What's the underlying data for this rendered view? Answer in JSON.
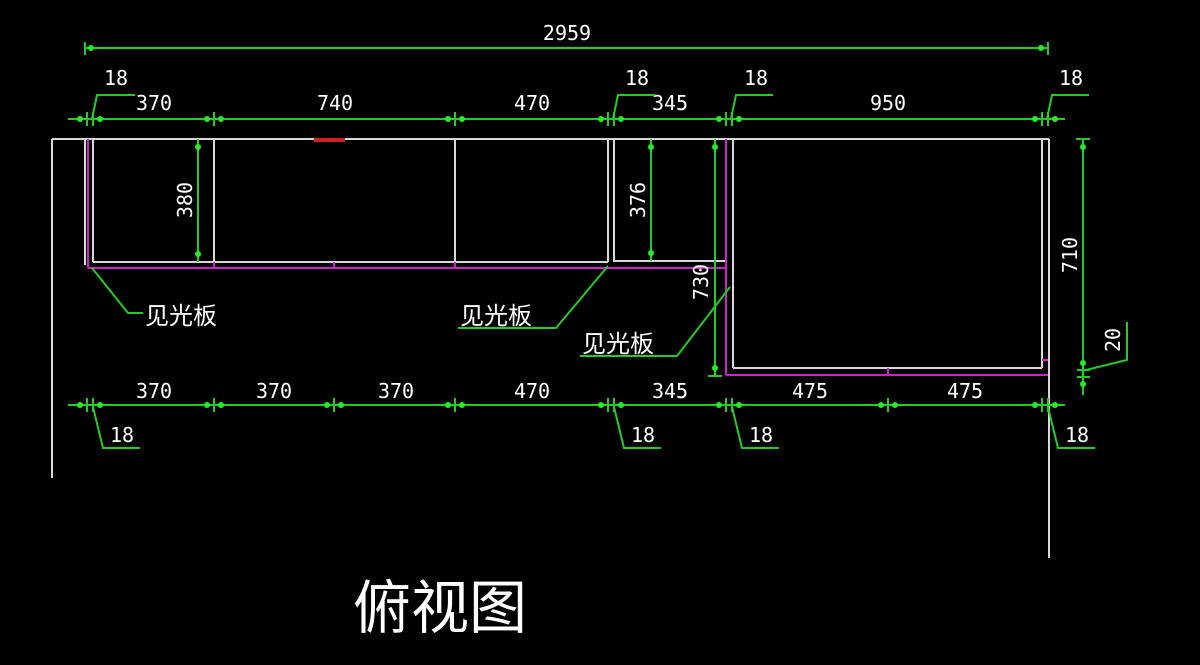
{
  "drawing": {
    "title": "俯视图",
    "colors": {
      "background": "#000000",
      "dimension": "#22cc22",
      "outline": "#d8d8d8",
      "panel": "#cc22cc",
      "marker": "#cc2222"
    },
    "overall_width": "2959",
    "top_dims": [
      "370",
      "740",
      "470",
      "345",
      "950"
    ],
    "top_thickness": [
      "18",
      "18",
      "18",
      "18"
    ],
    "bottom_dims": [
      "370",
      "370",
      "370",
      "470",
      "345",
      "475",
      "475"
    ],
    "bottom_thickness": [
      "18",
      "18",
      "18",
      "18"
    ],
    "vertical_dims": {
      "left_depth": "380",
      "mid_depth": "376",
      "tall_depth": "730",
      "right_depth": "710",
      "gap": "20"
    },
    "labels": [
      "见光板",
      "见光板",
      "见光板"
    ]
  }
}
